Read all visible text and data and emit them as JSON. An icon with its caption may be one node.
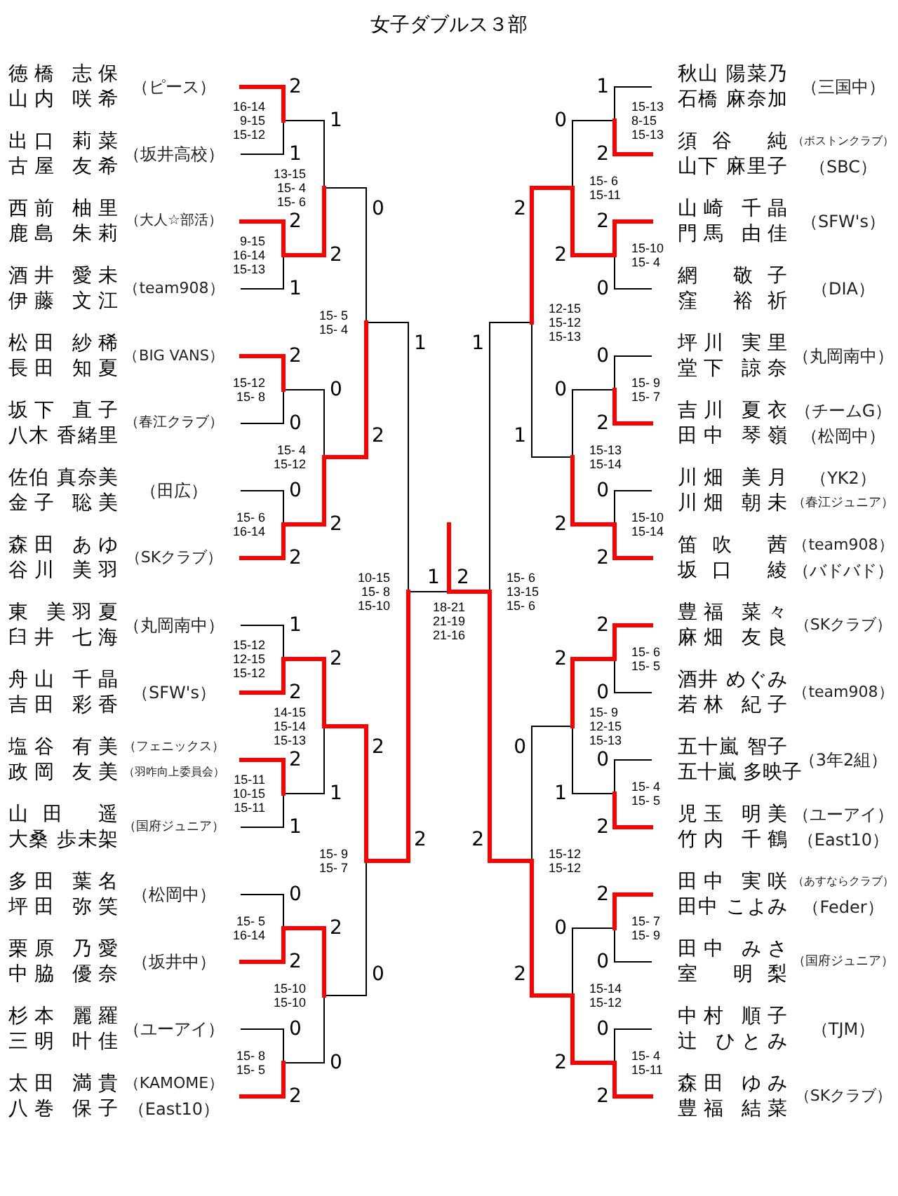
{
  "diagram": {
    "title": "女子ダブルス３部",
    "nodes": [
      {
        "text": [
          "徳橋 志保",
          "山内 咲希",
          "（ピース）"
        ]
      },
      {
        "text": [
          "出口 莉菜",
          "古屋 友希",
          "（坂井高校）"
        ]
      },
      {
        "text": [
          "西前 柚里",
          "鹿島 朱莉",
          "（大人☆部活）"
        ]
      },
      {
        "text": [
          "酒井 愛未",
          "伊藤 文江",
          "（team908）"
        ]
      },
      {
        "text": [
          "松田 紗稀",
          "長田 知夏",
          "（BIG VANS）"
        ]
      },
      {
        "text": [
          "坂下 直子",
          "八木 香緒里",
          "（春江クラブ）"
        ]
      },
      {
        "text": [
          "佐伯 真奈美",
          "金子 聡美",
          "（田広）"
        ]
      },
      {
        "text": [
          "森田 あゆ",
          "谷川 美羽",
          "（SKクラブ）"
        ]
      },
      {
        "text": [
          "東 美羽夏",
          "臼井 七海",
          "（丸岡南中）"
        ]
      },
      {
        "text": [
          "舟山 千晶",
          "吉田 彩香",
          "（SFW's）"
        ]
      },
      {
        "text": [
          "塩谷 有美",
          "政岡 友美",
          "（フェニックス）",
          "（羽咋向上委員会）"
        ]
      },
      {
        "text": [
          "山田 遥",
          "大桑 歩未架",
          "（国府ジュニア）"
        ]
      },
      {
        "text": [
          "多田 葉名",
          "坪田 弥笑",
          "（松岡中）"
        ]
      },
      {
        "text": [
          "栗原 乃愛",
          "中脇 優奈",
          "（坂井中）"
        ]
      },
      {
        "text": [
          "杉本 麗羅",
          "三明 叶佳",
          "（ユーアイ）"
        ]
      },
      {
        "text": [
          "太田 満貴",
          "八巻 保子",
          "（KAMOME）",
          "（East10）"
        ]
      },
      {
        "text": [
          "秋山 陽菜乃",
          "石橋 麻奈加",
          "（三国中）"
        ]
      },
      {
        "text": [
          "須谷 純",
          "山下 麻里子",
          "（ボストンクラブ）",
          "（SBC）"
        ]
      },
      {
        "text": [
          "山崎 千晶",
          "門馬 由佳",
          "（SFW's）"
        ]
      },
      {
        "text": [
          "網 敬子",
          "窪 裕祈",
          "（DIA）"
        ]
      },
      {
        "text": [
          "坪川 実里",
          "堂下 諒奈",
          "（丸岡南中）"
        ]
      },
      {
        "text": [
          "吉川 夏衣",
          "田中 琴嶺",
          "（チームG）",
          "（松岡中）"
        ]
      },
      {
        "text": [
          "川畑 美月",
          "川畑 朝未",
          "（YK2）",
          "（春江ジュニア）"
        ]
      },
      {
        "text": [
          "笛吹 茜",
          "坂口 綾",
          "（team908）",
          "（バドバド）"
        ]
      },
      {
        "text": [
          "豊福 菜々",
          "麻畑 友良",
          "（SKクラブ）"
        ]
      },
      {
        "text": [
          "酒井 めぐみ",
          "若林 紀子",
          "（team908）"
        ]
      },
      {
        "text": [
          "五十嵐 智子",
          "五十嵐 多映子",
          "（3年2組）"
        ]
      },
      {
        "text": [
          "児玉 明美",
          "竹内 千鶴",
          "（ユーアイ）",
          "（East10）"
        ]
      },
      {
        "text": [
          "田中 実咲",
          "田中 こよみ",
          "（あすならクラブ）",
          "（Feder）"
        ]
      },
      {
        "text": [
          "田中 みさ",
          "室 明梨",
          "（国府ジュニア）"
        ]
      },
      {
        "text": [
          "中村 順子",
          "辻 ひとみ",
          "（TJM）"
        ]
      },
      {
        "text": [
          "森田 ゆみ",
          "豊福 結菜",
          "（SKクラブ）"
        ]
      }
    ],
    "labels": [
      "2",
      "1",
      "16-14",
      "9-15",
      "15-12",
      "2",
      "1",
      "9-15",
      "16-14",
      "15-13",
      "2",
      "0",
      "15-12",
      "15- 8",
      "0",
      "2",
      "15- 6",
      "16-14",
      "1",
      "2",
      "15-12",
      "12-15",
      "15-12",
      "2",
      "1",
      "15-11",
      "10-15",
      "15-11",
      "0",
      "2",
      "15- 5",
      "16-14",
      "0",
      "2",
      "15- 8",
      "15- 5",
      "1",
      "2",
      "13-15",
      "15- 4",
      "15- 6",
      "0",
      "2",
      "15- 4",
      "15-12",
      "2",
      "1",
      "14-15",
      "15-14",
      "15-13",
      "2",
      "0",
      "15-10",
      "15-10",
      "0",
      "2",
      "15- 5",
      "15- 4",
      "2",
      "0",
      "15- 9",
      "15- 7",
      "1",
      "2",
      "10-15",
      "15- 8",
      "15-10",
      "1",
      "2",
      "18-21",
      "21-19",
      "21-16",
      "1",
      "2",
      "15- 6",
      "13-15",
      "15- 6",
      "2",
      "1",
      "12-15",
      "15-12",
      "15-13",
      "0",
      "2",
      "15-12",
      "15-12",
      "0",
      "2",
      "15- 6",
      "15-11",
      "0",
      "2",
      "15-13",
      "15-14",
      "2",
      "1",
      "15- 9",
      "12-15",
      "15-13",
      "0",
      "2",
      "15-14",
      "15-12",
      "1",
      "2",
      "15-13",
      "8-15",
      "15-13",
      "2",
      "0",
      "15-10",
      "15- 4",
      "0",
      "2",
      "15- 9",
      "15- 7",
      "0",
      "2",
      "15-10",
      "15-14",
      "2",
      "0",
      "15- 6",
      "15- 5",
      "0",
      "2",
      "15- 4",
      "15- 5",
      "2",
      "0",
      "15- 7",
      "15- 9",
      "0",
      "2",
      "15- 4",
      "15-11"
    ]
  }
}
